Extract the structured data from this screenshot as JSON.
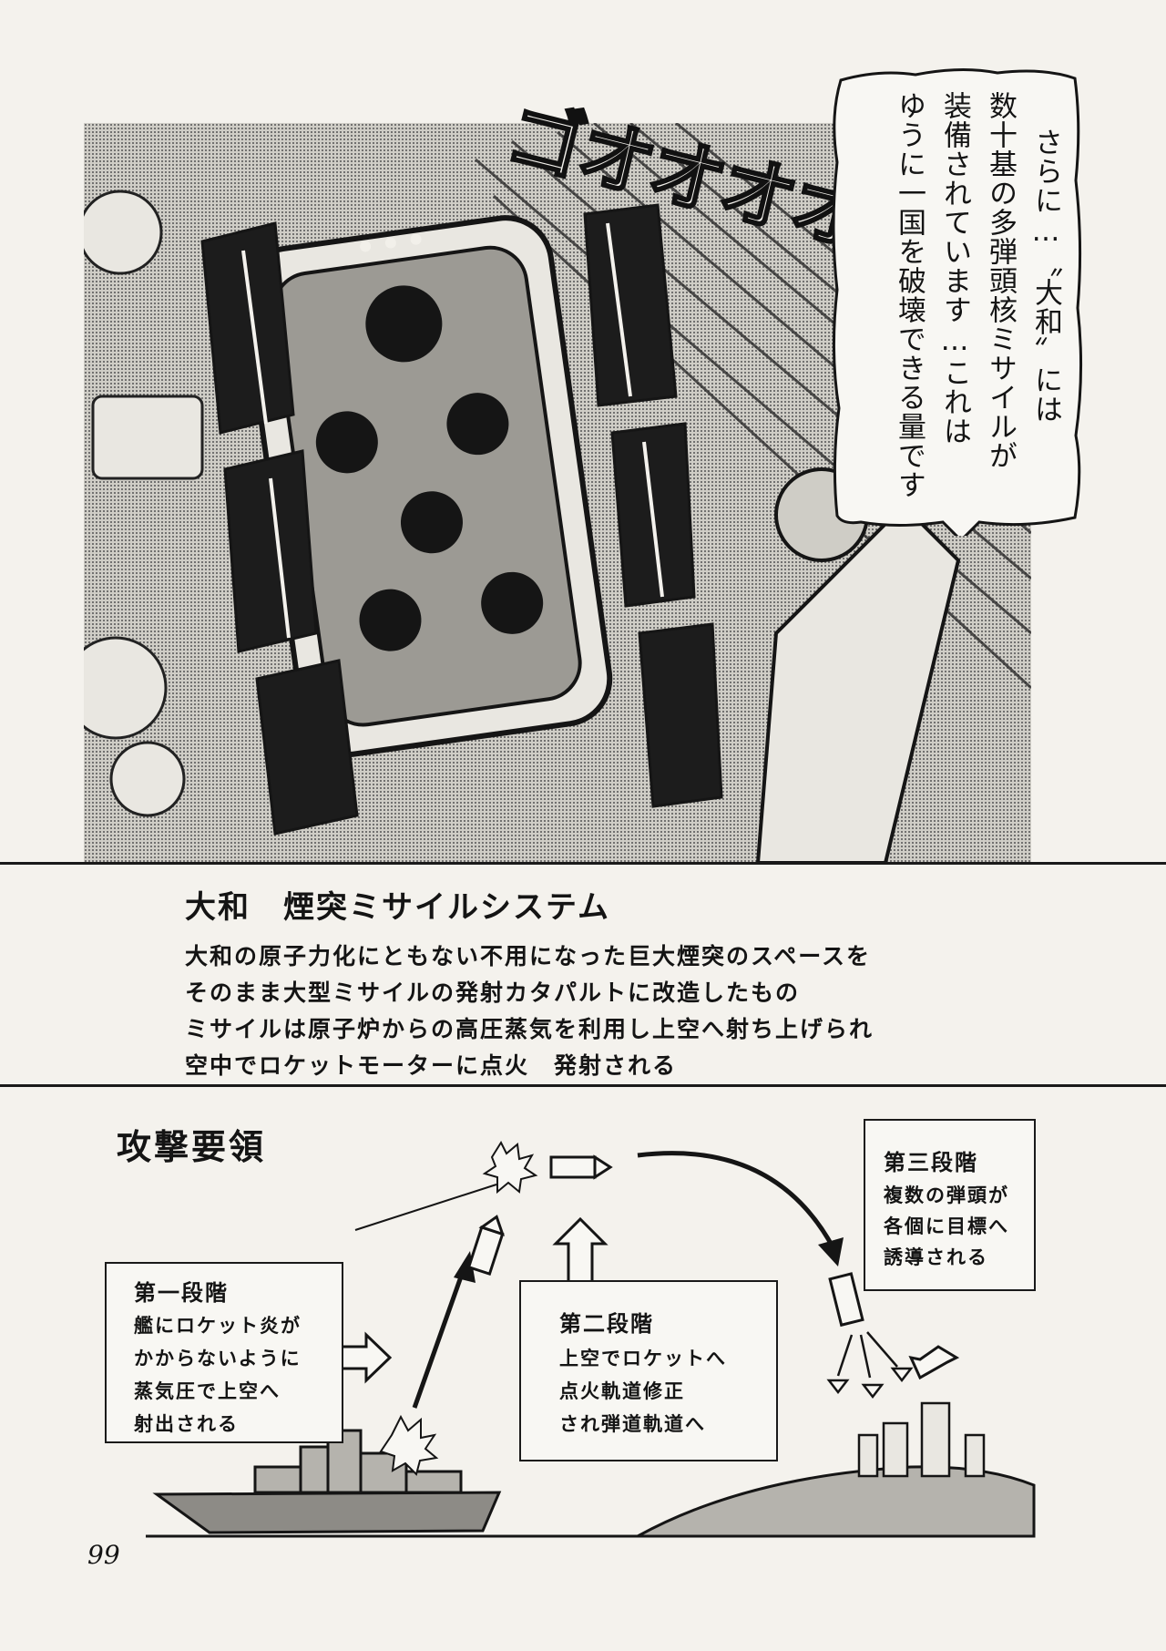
{
  "illustration": {
    "sound_effect": "ゴオオオオン",
    "speech_bubble": {
      "lines": [
        "さらに…〝大和〟には",
        "数十基の多弾頭核ミサイルが",
        "装備されています…これは",
        "ゆうに一国を破壊できる量です"
      ]
    }
  },
  "info": {
    "title": "大和　煙突ミサイルシステム",
    "lines": [
      "大和の原子力化にともない不用になった巨大煙突のスペースを",
      "そのまま大型ミサイルの発射カタパルトに改造したもの",
      "ミサイルは原子炉からの高圧蒸気を利用し上空へ射ち上げられ",
      "空中でロケットモーターに点火　発射される"
    ]
  },
  "diagram": {
    "title": "攻撃要領",
    "stages": [
      {
        "title": "第一段階",
        "lines": [
          "艦にロケット炎が",
          "かからないように",
          "蒸気圧で上空へ",
          "射出される"
        ]
      },
      {
        "title": "第二段階",
        "lines": [
          "上空でロケットへ",
          "点火軌道修正",
          "され弾道軌道へ"
        ]
      },
      {
        "title": "第三段階",
        "lines": [
          "複数の弾頭が",
          "各個に目標へ",
          "誘導される"
        ]
      }
    ]
  },
  "page_number": "99"
}
